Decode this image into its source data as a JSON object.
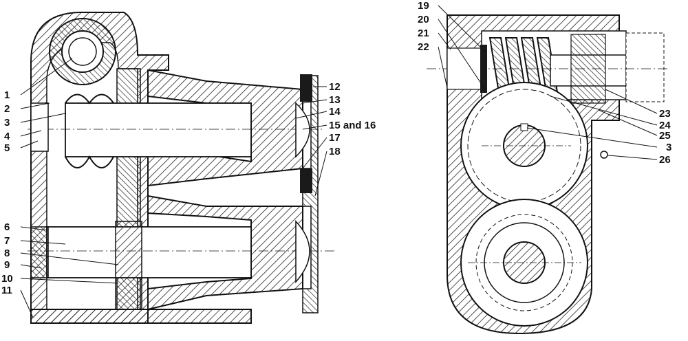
{
  "labels_left": [
    "1",
    "2",
    "3",
    "4",
    "5",
    "6",
    "7",
    "8",
    "9",
    "10",
    "11"
  ],
  "labels_mid": [
    "12",
    "13",
    "14",
    "15 and 16",
    "17",
    "18"
  ],
  "labels_topright": [
    "19",
    "20",
    "21",
    "22"
  ],
  "labels_right": [
    "23",
    "24",
    "25",
    "3",
    "26"
  ],
  "colors": {
    "ink": "#111111",
    "paper": "#ffffff",
    "gasket": "#1a1a1a"
  }
}
